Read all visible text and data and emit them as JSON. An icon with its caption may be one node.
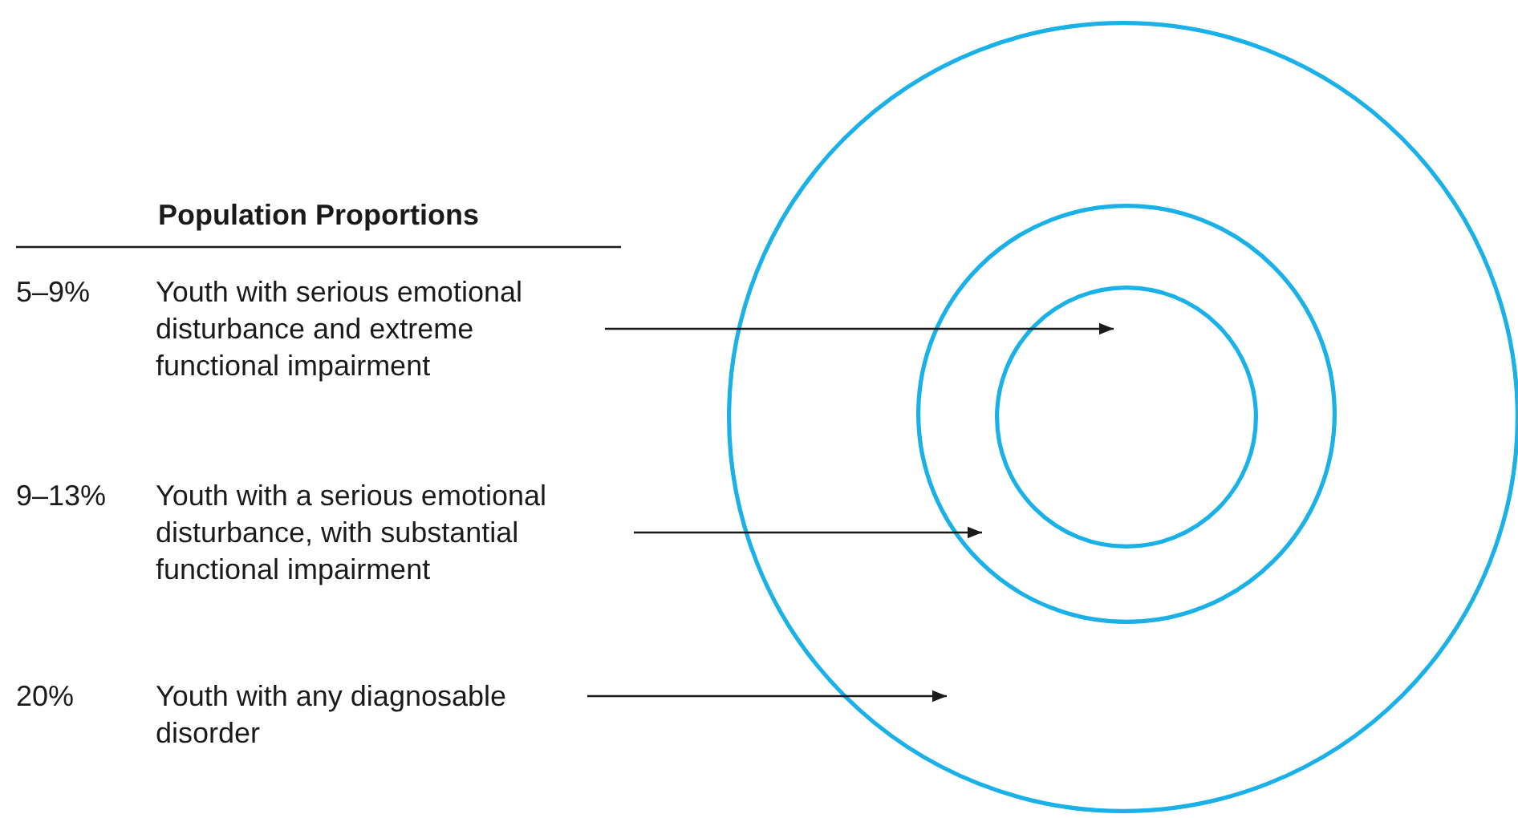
{
  "diagram": {
    "title": "Population Proportions",
    "nodes": [
      {
        "text": [
          "5–9%",
          "Youth with serious emotional disturbance and extreme functional impairment"
        ]
      },
      {
        "text": [
          "9–13%",
          "Youth with a serious emotional disturbance, with substantial functional impairment"
        ]
      },
      {
        "text": [
          "20%",
          "Youth with any diagnosable disorder"
        ]
      },
      {
        "text": [],
        "shape": "circle"
      },
      {
        "text": [],
        "shape": "circle",
        "in": 3
      },
      {
        "text": [],
        "shape": "circle",
        "in": 4
      }
    ],
    "edges": [
      {
        "from": 0,
        "to": 5,
        "arrow": "to"
      },
      {
        "from": 1,
        "to": 4,
        "arrow": "to"
      },
      {
        "from": 2,
        "to": 3,
        "arrow": "to"
      }
    ]
  }
}
